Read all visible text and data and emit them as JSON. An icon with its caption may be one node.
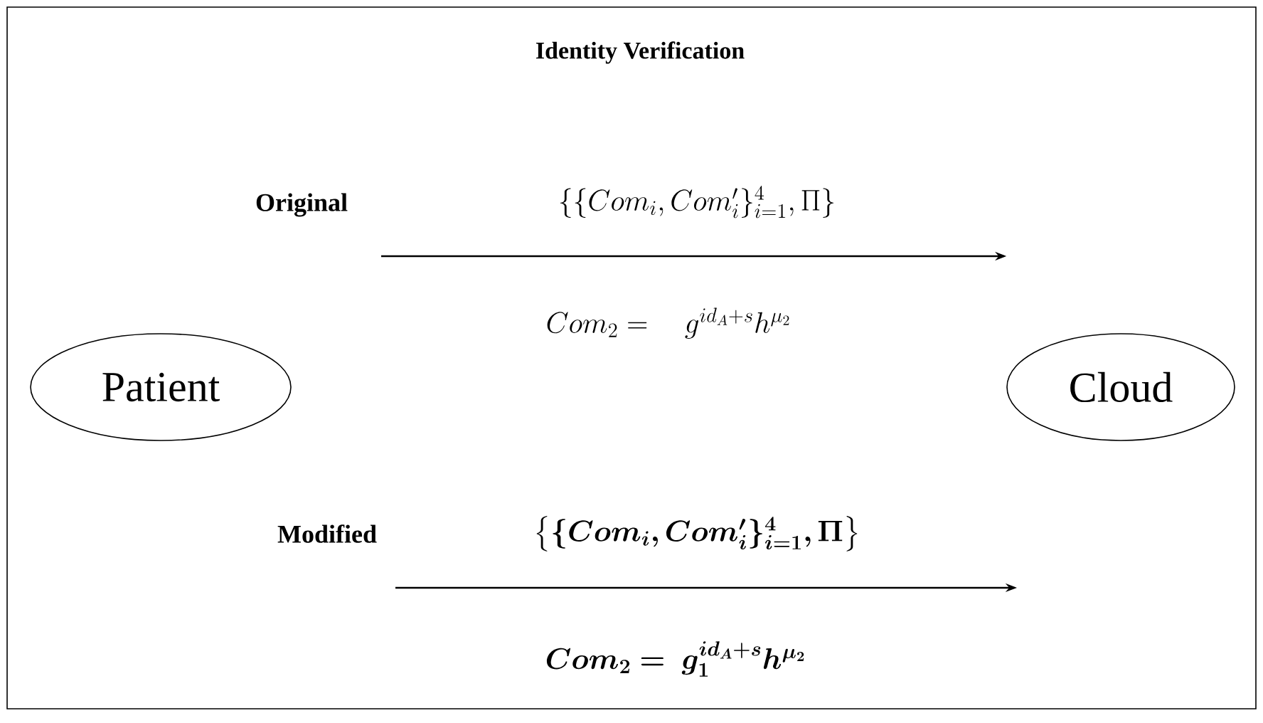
{
  "diagram": {
    "title": "Identity Verification",
    "nodes": [
      {
        "text": [
          "Patient"
        ]
      },
      {
        "text": [
          "Cloud"
        ]
      }
    ],
    "edges": [
      {
        "from": null,
        "to": 1,
        "arrow": "to",
        "label": "\\{\\{Com_i, Com'_i\\}_{i=1}^{4}, \\Pi\\}"
      }
    ],
    "labels": [
      "Original",
      "Com_2 = \\quad g^{id_A+s}h^{\\mu_2}",
      "Modified",
      "\\bm{\\big\\{\\{Com_i, Com'_i\\}_{i=1}^{4}, \\Pi\\big\\}}",
      "\\bm{Com_2 = \\; g_1^{id_A+s}h^{\\mu_2}}"
    ]
  }
}
